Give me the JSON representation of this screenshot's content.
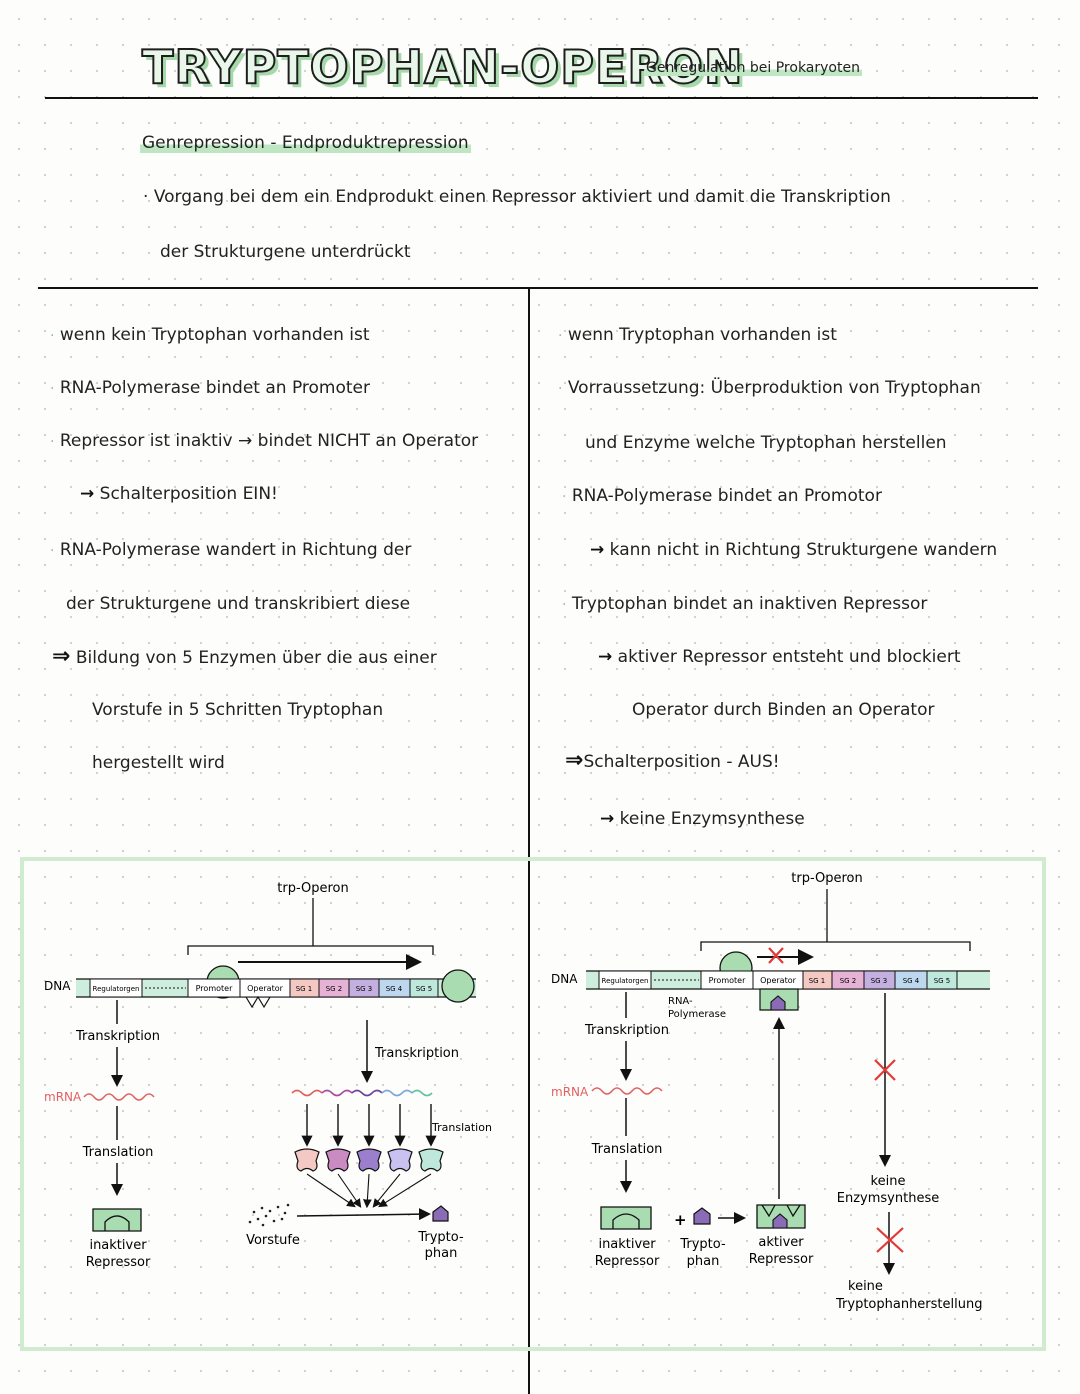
{
  "header": {
    "title": "TRYPTOPHAN-OPERON",
    "subtitle": "Genregulation bei Prokaryoten"
  },
  "intro": {
    "heading": "Genrepression - Endproduktrepression",
    "def_line1": "Vorgang bei dem ein Endprodukt einen Repressor aktiviert und damit die Transkription",
    "def_line2": "der Strukturgene unterdrückt"
  },
  "left_notes": {
    "l1": "wenn kein Tryptophan vorhanden ist",
    "l2": "RNA-Polymerase bindet an Promoter",
    "l3": "Repressor ist inaktiv → bindet NICHT an Operator",
    "l4": "Schalterposition EIN!",
    "l5": "RNA-Polymerase wandert in Richtung der",
    "l6": "der Strukturgene und transkribiert diese",
    "l7": "Bildung von 5 Enzymen über die aus einer",
    "l8": "Vorstufe in 5 Schritten Tryptophan",
    "l9": "hergestellt wird"
  },
  "right_notes": {
    "r1": "wenn Tryptophan vorhanden ist",
    "r2": "Vorraussetzung: Überproduktion von Tryptophan",
    "r3": "und Enzyme welche Tryptophan herstellen",
    "r4": "RNA-Polymerase bindet an Promotor",
    "r5": "kann nicht in Richtung Strukturgene wandern",
    "r6": "Tryptophan bindet an inaktiven Repressor",
    "r7": "aktiver Repressor entsteht und blockiert",
    "r8": "Operator durch Binden an Operator",
    "r9": "Schalterposition - AUS!",
    "r10": "keine Enzymsynthese"
  },
  "diagram": {
    "operon_label": "trp-Operon",
    "dna": "DNA",
    "regulatory_gene": "Regulatorgen",
    "promoter": "Promoter",
    "operator": "Operator",
    "genes": [
      "SG 1",
      "SG 2",
      "SG 3",
      "SG 4",
      "SG 5"
    ],
    "transcription": "Transkription",
    "translation": "Translation",
    "mrna": "mRNA",
    "inactive_repressor_1": "inaktiver",
    "inactive_repressor_2": "Repressor",
    "precursor": "Vorstufe",
    "trp_1": "Trypto-",
    "trp_2": "phan",
    "active_repressor_1": "aktiver",
    "active_repressor_2": "Repressor",
    "rna_pol_1": "RNA-",
    "rna_pol_2": "Polymerase",
    "no_enzyme_1": "keine",
    "no_enzyme_2": "Enzymsynthese",
    "no_trp_1": "keine",
    "no_trp_2": "Tryptophanherstellung"
  },
  "colors": {
    "accent_green": "#a6d9aa",
    "mrna_red": "#e26060",
    "sg1": "#f4c9c3",
    "sg2": "#e6b3d6",
    "sg3": "#c4b0e0",
    "sg4": "#bcd7ee",
    "sg5": "#bfe8dc",
    "tryptophan": "#8a6bb5",
    "cross_red": "#e03a3a"
  }
}
